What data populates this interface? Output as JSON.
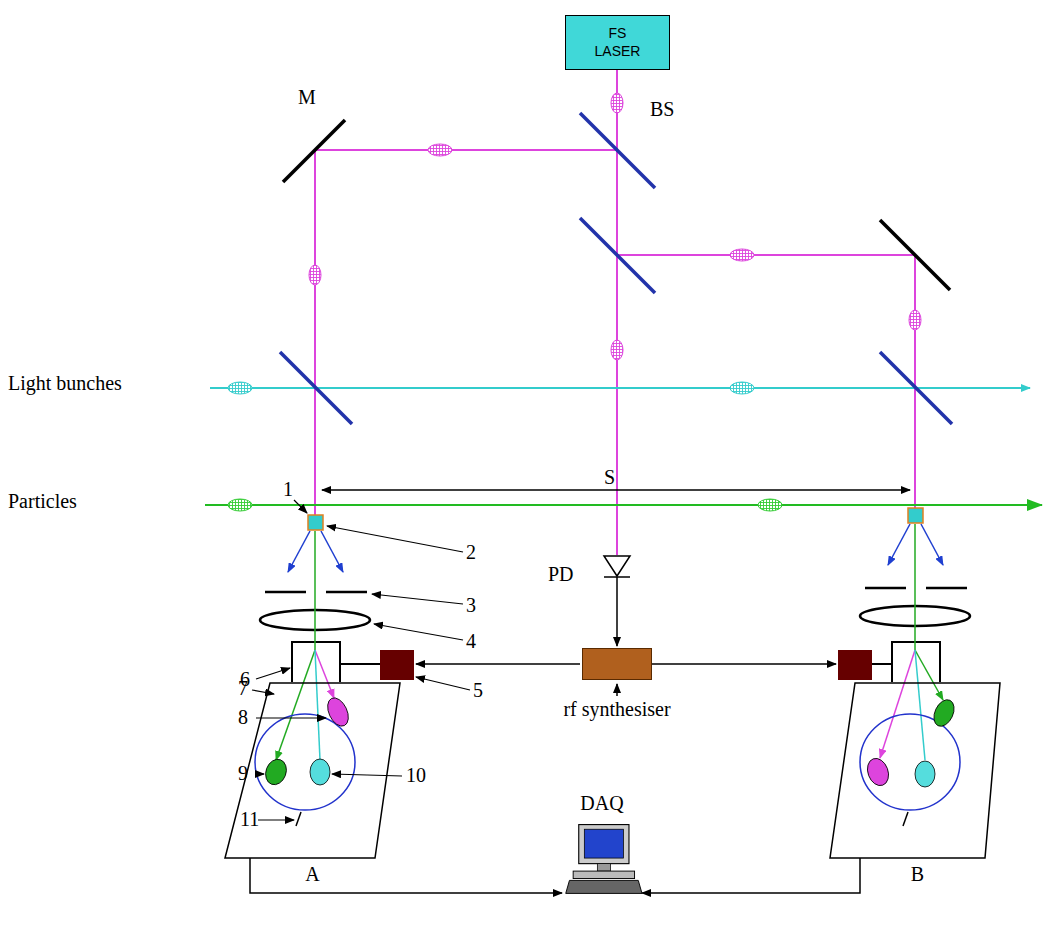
{
  "diagram": {
    "nodes": [
      {
        "text": [
          "FS LASER"
        ]
      },
      {
        "text": [
          "rf synthesiser"
        ]
      },
      {
        "text": [
          "A"
        ]
      },
      {
        "text": [
          "B"
        ]
      },
      {
        "text": [
          "DAQ"
        ]
      }
    ],
    "edges": [
      {
        "from": 2,
        "to": 4,
        "arrow": "to"
      },
      {
        "from": 3,
        "to": 4,
        "arrow": "to"
      }
    ],
    "labels": [
      "M",
      "BS",
      "Light bunches",
      "S",
      "1",
      "Particles",
      "2",
      "3",
      "4",
      "PD",
      "6",
      "5",
      "7",
      "8",
      "9",
      "10",
      "11"
    ]
  }
}
